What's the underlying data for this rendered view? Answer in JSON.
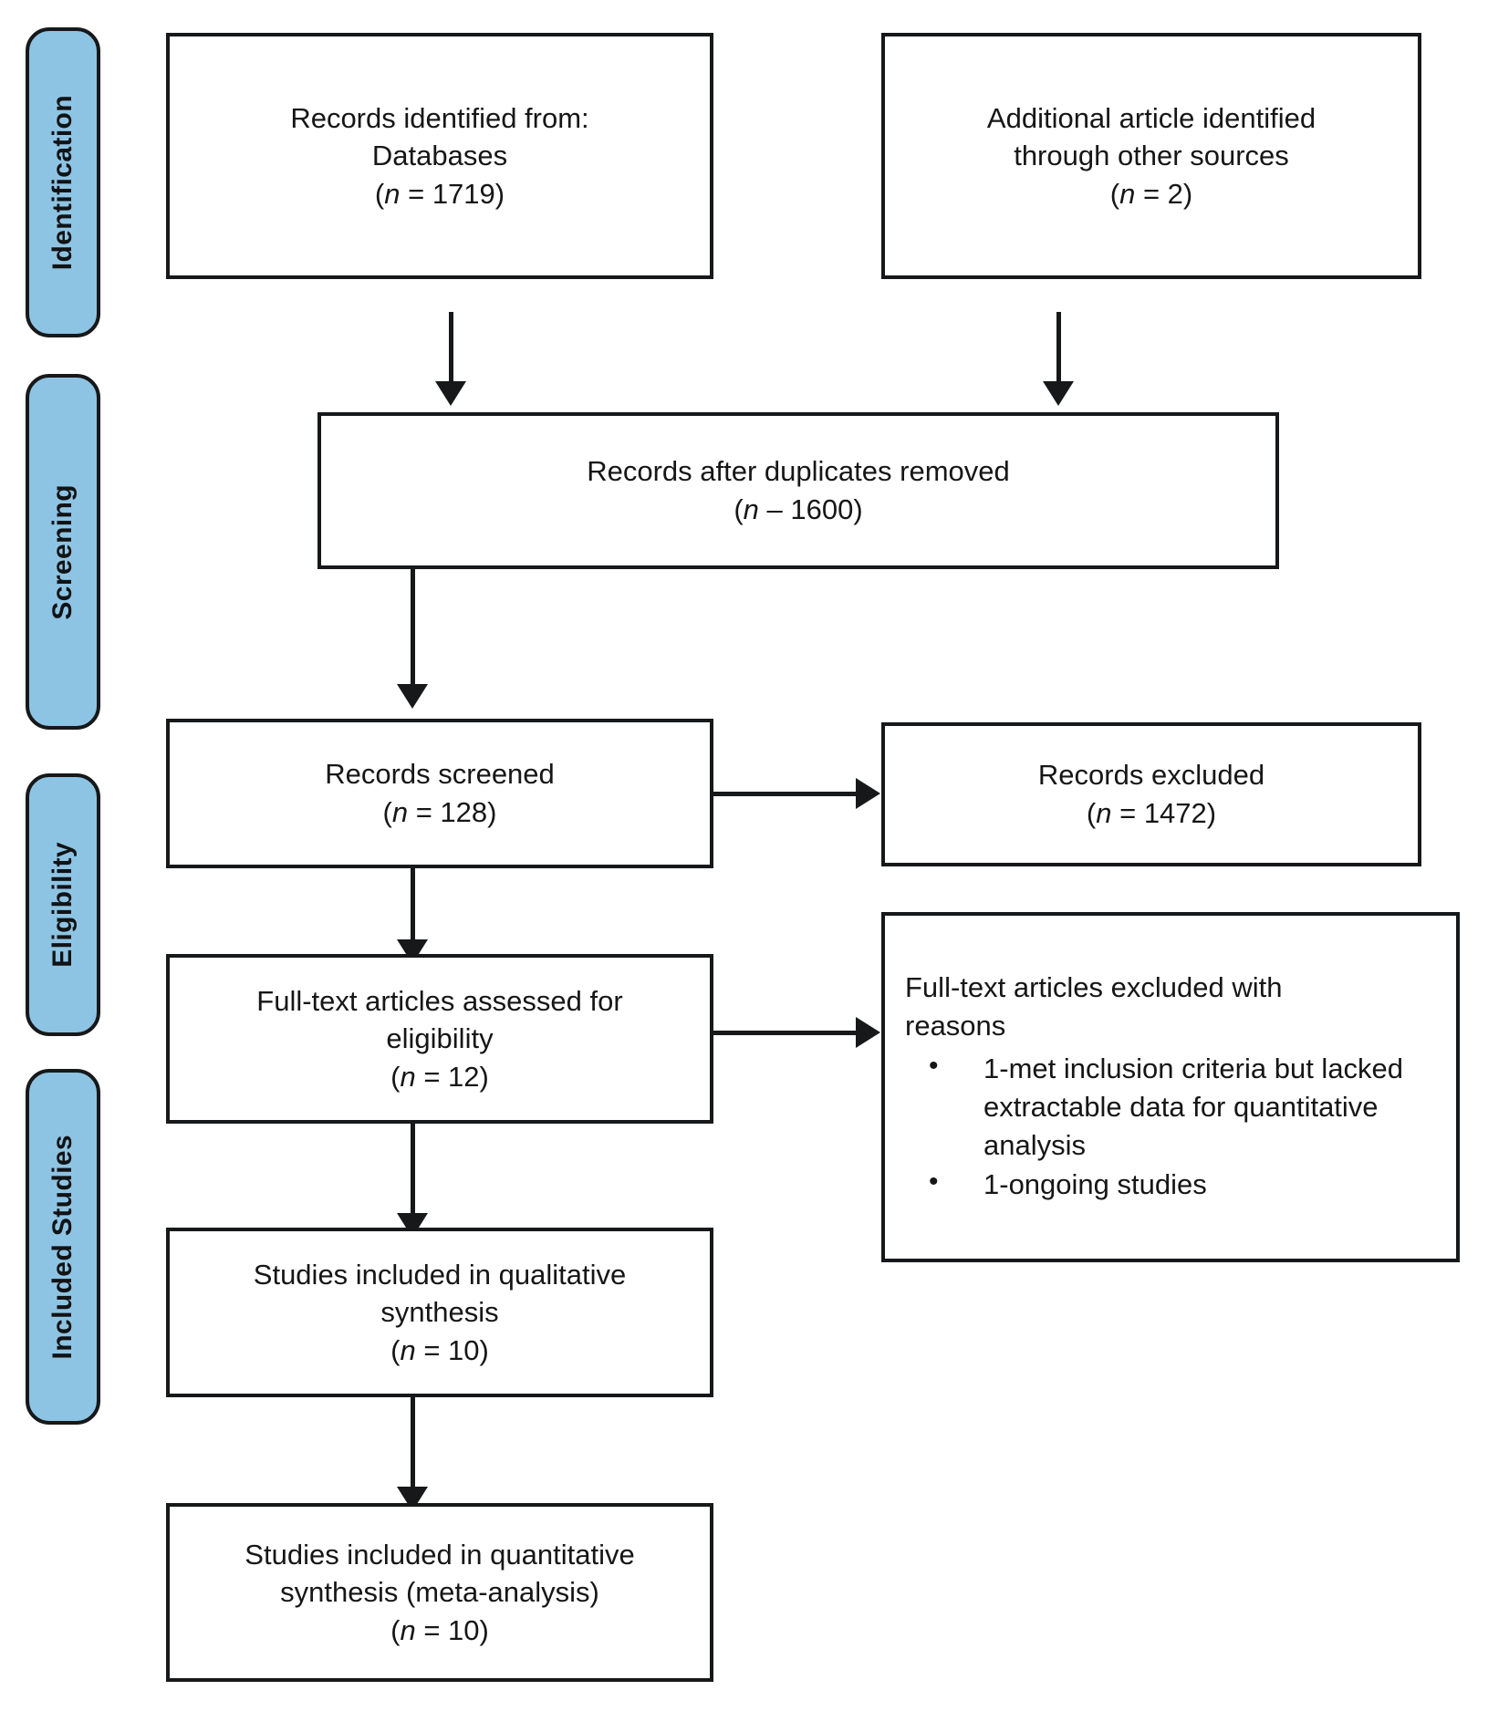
{
  "figure": {
    "type": "prisma-flow-diagram",
    "accent_color": "#8ec4e3",
    "line_color": "#16181a",
    "box_fill": "#ffffff"
  },
  "stages": [
    {
      "id": "identification",
      "label": "Identification"
    },
    {
      "id": "screening",
      "label": "Screening"
    },
    {
      "id": "eligibility",
      "label": "Eligibility"
    },
    {
      "id": "included",
      "label": "Included Studies"
    }
  ],
  "boxes": {
    "records_identified": {
      "line1": "Records identified from:",
      "line2": "Databases",
      "n_prefix": "(",
      "n_symbol": "n",
      "n_operator": " = ",
      "n_value": "1719",
      "n_suffix": ")"
    },
    "additional_articles": {
      "line1": "Additional article identified",
      "line2": "through other sources",
      "n_prefix": "(",
      "n_symbol": "n",
      "n_operator": " = ",
      "n_value": "2",
      "n_suffix": ")"
    },
    "duplicates_removed": {
      "line1": "Records after duplicates removed",
      "n_prefix": "(",
      "n_symbol": "n",
      "n_operator": " – ",
      "n_value": "1600",
      "n_suffix": ")"
    },
    "records_screened": {
      "line1": "Records screened",
      "n_prefix": "(",
      "n_symbol": "n",
      "n_operator": " = ",
      "n_value": "128",
      "n_suffix": ")"
    },
    "records_excluded": {
      "line1": "Records excluded",
      "n_prefix": "(",
      "n_symbol": "n",
      "n_operator": " = ",
      "n_value": "1472",
      "n_suffix": ")"
    },
    "fulltext_assessed": {
      "line1": "Full-text articles assessed for",
      "line2": "eligibility",
      "n_prefix": "(",
      "n_symbol": "n",
      "n_operator": " = ",
      "n_value": "12",
      "n_suffix": ")"
    },
    "fulltext_excluded": {
      "line1": "Full-text articles excluded with",
      "line2": "reasons",
      "reasons": [
        "1-met inclusion criteria but lacked extractable data for quantitative analysis",
        "1-ongoing studies"
      ]
    },
    "qualitative_synthesis": {
      "line1": "Studies included in qualitative",
      "line2": "synthesis",
      "n_prefix": "(",
      "n_symbol": "n",
      "n_operator": " = ",
      "n_value": "10",
      "n_suffix": ")"
    },
    "quantitative_synthesis": {
      "line1": "Studies included in quantitative",
      "line2": "synthesis (meta-analysis)",
      "n_prefix": "(",
      "n_symbol": "n",
      "n_operator": " = ",
      "n_value": "10",
      "n_suffix": ")"
    }
  }
}
